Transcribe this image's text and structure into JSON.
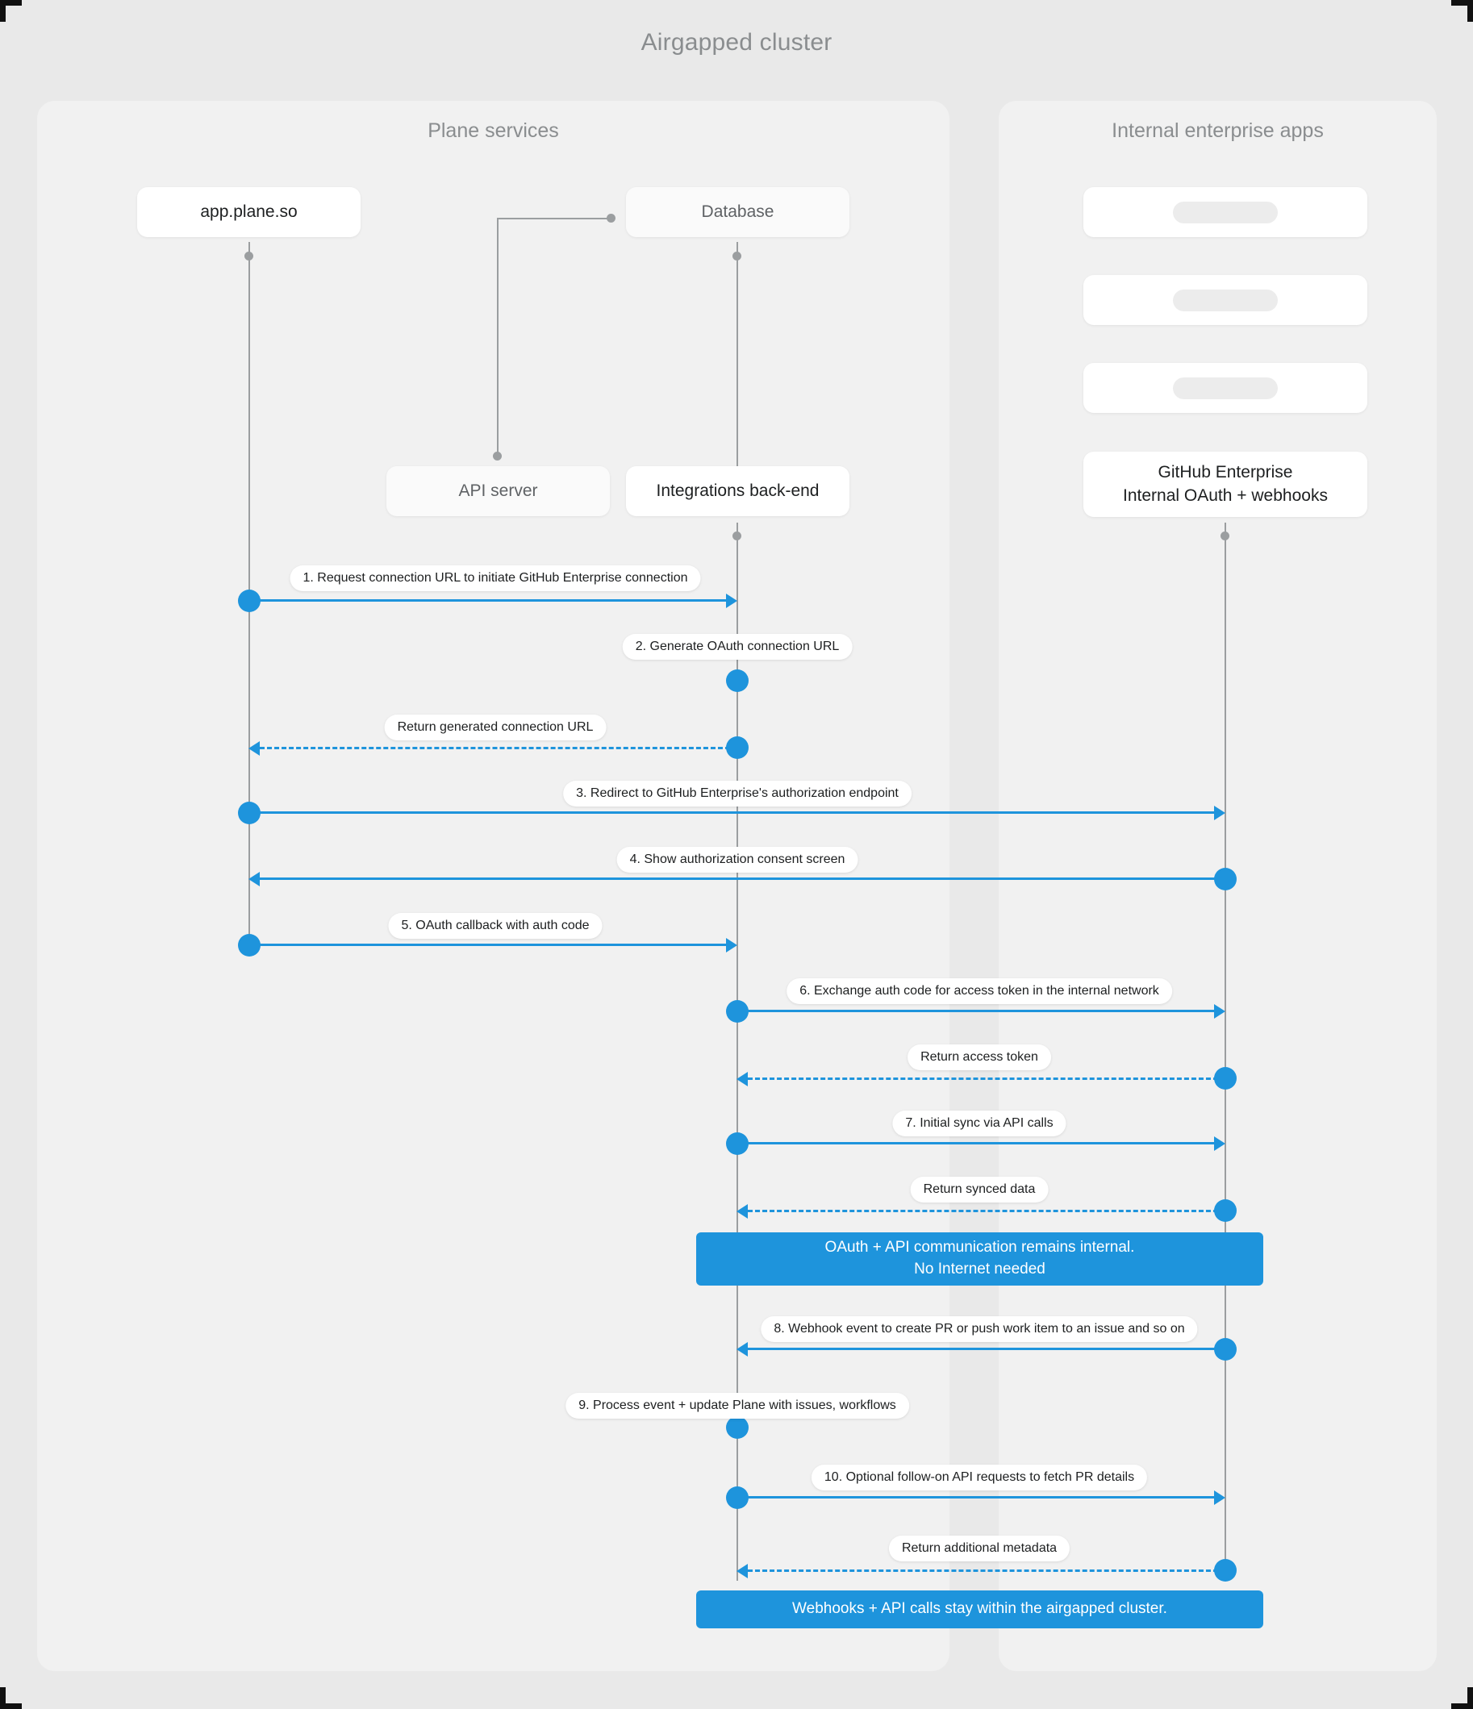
{
  "title": "Airgapped cluster",
  "groups": [
    {
      "name": "plane-services",
      "title": "Plane services"
    },
    {
      "name": "internal-enterprise-apps",
      "title": "Internal enterprise apps"
    }
  ],
  "participants": [
    {
      "id": "app",
      "label": "app.plane.so"
    },
    {
      "id": "database",
      "label": "Database"
    },
    {
      "id": "api",
      "label": "API server"
    },
    {
      "id": "integrations",
      "label": "Integrations back-end"
    },
    {
      "id": "ph1",
      "label": ""
    },
    {
      "id": "ph2",
      "label": ""
    },
    {
      "id": "ph3",
      "label": ""
    },
    {
      "id": "github",
      "label": "GitHub Enterprise\nInternal OAuth + webhooks",
      "line1": "GitHub Enterprise",
      "line2": "Internal OAuth + webhooks"
    }
  ],
  "messages": [
    {
      "n": 1,
      "label": "1. Request connection URL to initiate GitHub Enterprise connection",
      "from": "app",
      "to": "integrations",
      "style": "solid"
    },
    {
      "n": 2,
      "label": "2. Generate OAuth connection URL",
      "from": "integrations",
      "to": "integrations",
      "style": "self"
    },
    {
      "n": 3,
      "label": "Return generated connection URL",
      "from": "integrations",
      "to": "app",
      "style": "dashed"
    },
    {
      "n": 4,
      "label": "3. Redirect to GitHub Enterprise's authorization endpoint",
      "from": "app",
      "to": "github",
      "style": "solid"
    },
    {
      "n": 5,
      "label": "4. Show authorization consent screen",
      "from": "github",
      "to": "app",
      "style": "solid"
    },
    {
      "n": 6,
      "label": "5. OAuth callback with auth code",
      "from": "app",
      "to": "integrations",
      "style": "solid"
    },
    {
      "n": 7,
      "label": "6. Exchange auth code for access token in the internal network",
      "from": "integrations",
      "to": "github",
      "style": "solid"
    },
    {
      "n": 8,
      "label": "Return access token",
      "from": "github",
      "to": "integrations",
      "style": "dashed"
    },
    {
      "n": 9,
      "label": "7. Initial sync via API calls",
      "from": "integrations",
      "to": "github",
      "style": "solid"
    },
    {
      "n": 10,
      "label": "Return synced data",
      "from": "github",
      "to": "integrations",
      "style": "dashed"
    },
    {
      "n": 11,
      "label": "8. Webhook event to create PR  or push work item to an issue  and so on",
      "from": "github",
      "to": "integrations",
      "style": "solid"
    },
    {
      "n": 12,
      "label": "9. Process event + update Plane with issues, workflows",
      "from": "integrations",
      "to": "integrations",
      "style": "self"
    },
    {
      "n": 13,
      "label": "10. Optional follow-on API requests to fetch PR details",
      "from": "integrations",
      "to": "github",
      "style": "solid"
    },
    {
      "n": 14,
      "label": "Return additional metadata",
      "from": "github",
      "to": "integrations",
      "style": "dashed"
    }
  ],
  "notes": [
    {
      "id": "note-internal",
      "line1": "OAuth + API communication remains internal.",
      "line2": "No Internet needed"
    },
    {
      "id": "note-airgapped",
      "line1": "Webhooks + API calls stay within the airgapped cluster.",
      "line2": ""
    }
  ],
  "colors": {
    "accent": "#1e94dc",
    "page_background": "#e9e9e9",
    "panel_background": "#f1f1f1",
    "node_background": "#ffffff",
    "lifeline": "#9b9ea0",
    "title_text": "#8a8d8f"
  }
}
